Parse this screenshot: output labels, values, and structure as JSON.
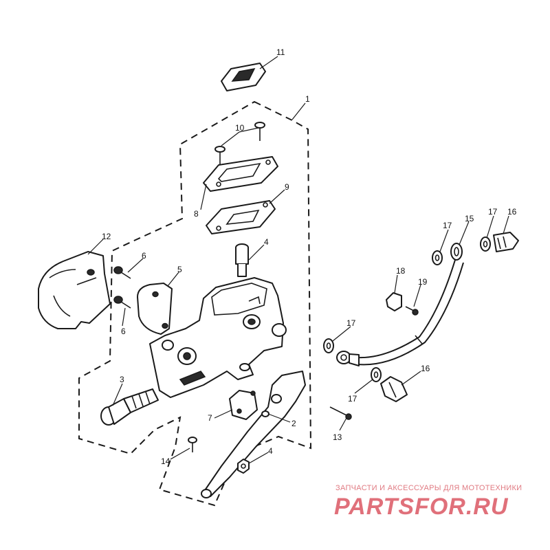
{
  "diagram": {
    "callouts": {
      "c1": "1",
      "c2": "2",
      "c3": "3",
      "c4a": "4",
      "c4b": "4",
      "c5": "5",
      "c6a": "6",
      "c6b": "6",
      "c7": "7",
      "c8": "8",
      "c9": "9",
      "c10": "10",
      "c11": "11",
      "c12": "12",
      "c13": "13",
      "c14": "14",
      "c15": "15",
      "c16a": "16",
      "c16b": "16",
      "c17a": "17",
      "c17b": "17",
      "c17c": "17",
      "c17d": "17",
      "c18": "18",
      "c19": "19"
    }
  },
  "watermark": {
    "tagline": "ЗАПЧАСТИ И АКСЕССУАРЫ ДЛЯ МОТОТЕХНИКИ",
    "logo": "PARTSFOR.RU",
    "color": "#e0707a",
    "tagline_color": "#e07a82"
  }
}
